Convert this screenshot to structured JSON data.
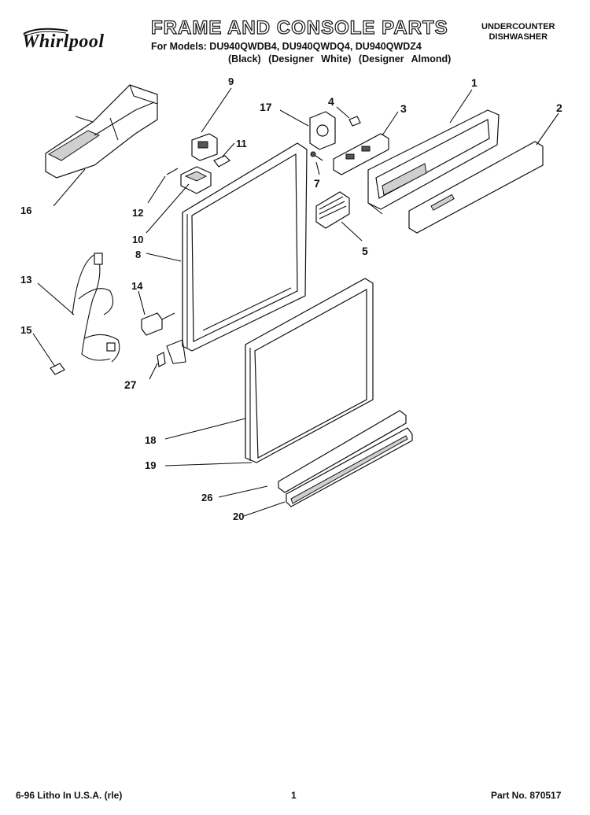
{
  "header": {
    "brand": "Whirlpool",
    "title": "FRAME AND CONSOLE PARTS",
    "models_line": "For Models: DU940QWDB4, DU940QWDQ4, DU940QWDZ4",
    "variants_line": "(Black) (Designer White) (Designer Almond)",
    "product_line1": "UNDERCOUNTER",
    "product_line2": "DISHWASHER"
  },
  "callouts": [
    "1",
    "2",
    "3",
    "4",
    "5",
    "7",
    "8",
    "9",
    "10",
    "11",
    "12",
    "13",
    "14",
    "15",
    "16",
    "17",
    "18",
    "19",
    "20",
    "26",
    "27"
  ],
  "footer": {
    "litho": "6-96 Litho In U.S.A. (rle)",
    "page": "1",
    "part_no": "Part No. 870517"
  }
}
